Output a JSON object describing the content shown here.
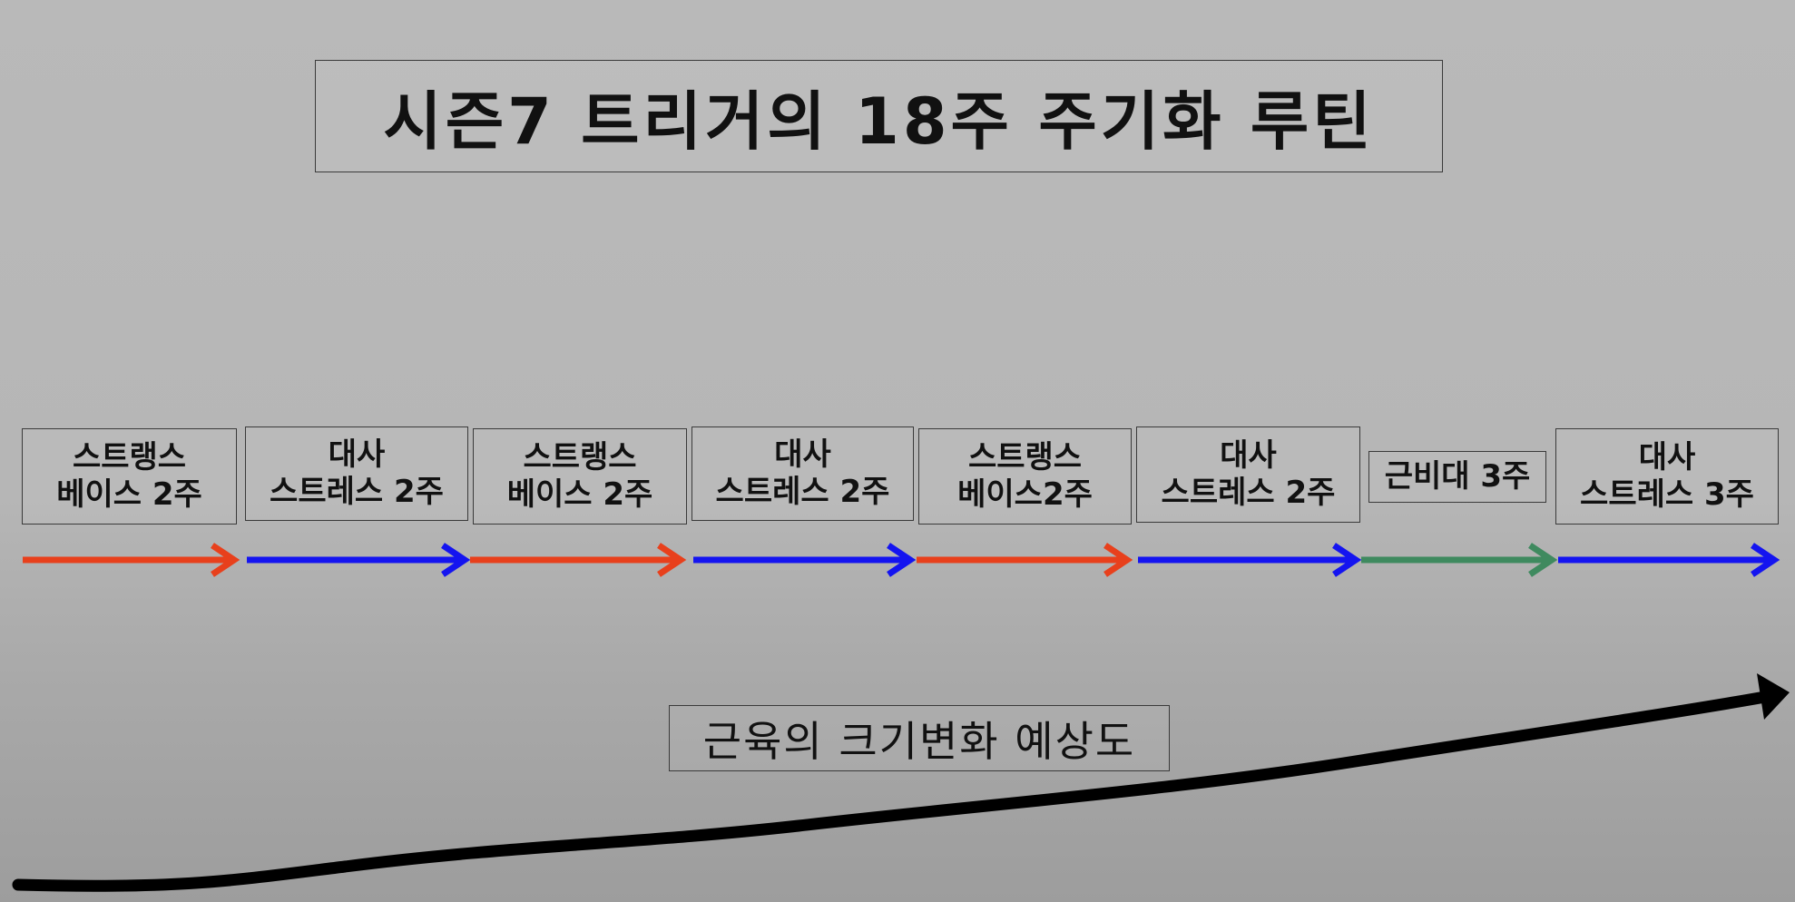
{
  "title": "시즌7 트리거의 18주 주기화 루틴",
  "phases": [
    {
      "line1": "스트랭스",
      "line2": "베이스 2주",
      "color": "#e8401c"
    },
    {
      "line1": "대사",
      "line2": "스트레스 2주",
      "color": "#1414f0"
    },
    {
      "line1": "스트랭스",
      "line2": "베이스 2주",
      "color": "#e8401c"
    },
    {
      "line1": "대사",
      "line2": "스트레스 2주",
      "color": "#1414f0"
    },
    {
      "line1": "스트랭스",
      "line2": "베이스2주",
      "color": "#e8401c"
    },
    {
      "line1": "대사",
      "line2": "스트레스 2주",
      "color": "#1414f0"
    },
    {
      "line1": "근비대 3주",
      "line2": "",
      "color": "#3f8a5f"
    },
    {
      "line1": "대사",
      "line2": "스트레스 3주",
      "color": "#1414f0"
    }
  ],
  "curve_label": "근육의 크기변화 예상도"
}
